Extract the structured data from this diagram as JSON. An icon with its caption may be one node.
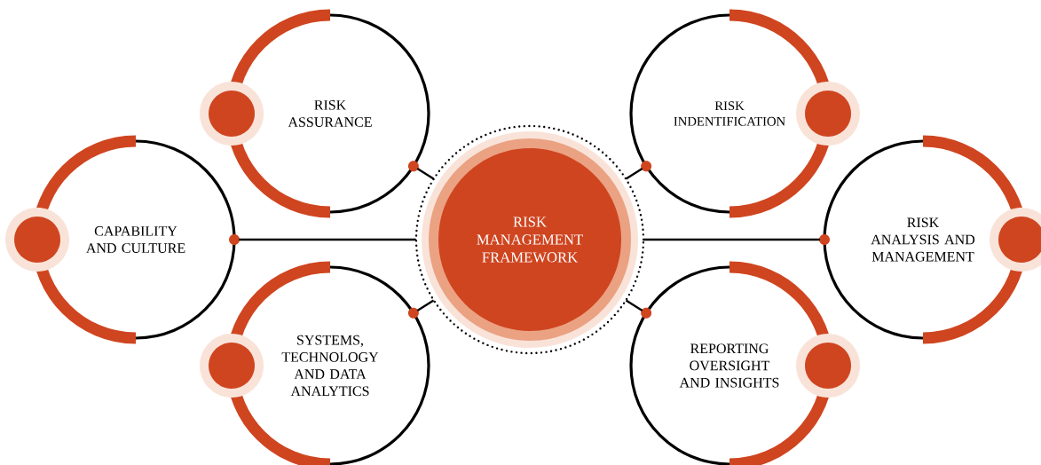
{
  "diagram": {
    "nodes": [
      {
        "text": [
          "RISK ASSURANCE"
        ]
      },
      {
        "text": [
          "RISK INDENTIFICATION"
        ]
      },
      {
        "text": [
          "CAPABILITY AND CULTURE"
        ]
      },
      {
        "text": [
          "RISK MANAGEMENT FRAMEWORK"
        ]
      },
      {
        "text": [
          "RISK ANALYSIS AND MANAGEMENT"
        ]
      },
      {
        "text": [
          "SYSTEMS, TECHNOLOGY AND DATA ANALYTICS"
        ]
      },
      {
        "text": [
          "REPORTING OVERSIGHT AND INSIGHTS"
        ]
      }
    ],
    "edges": [
      {
        "from": 3,
        "to": 0,
        "arrow": "none"
      },
      {
        "from": 3,
        "to": 1,
        "arrow": "none"
      },
      {
        "from": 3,
        "to": 2,
        "arrow": "none"
      },
      {
        "from": 3,
        "to": 4,
        "arrow": "none"
      },
      {
        "from": 3,
        "to": 5,
        "arrow": "none"
      },
      {
        "from": 3,
        "to": 6,
        "arrow": "none"
      }
    ]
  }
}
